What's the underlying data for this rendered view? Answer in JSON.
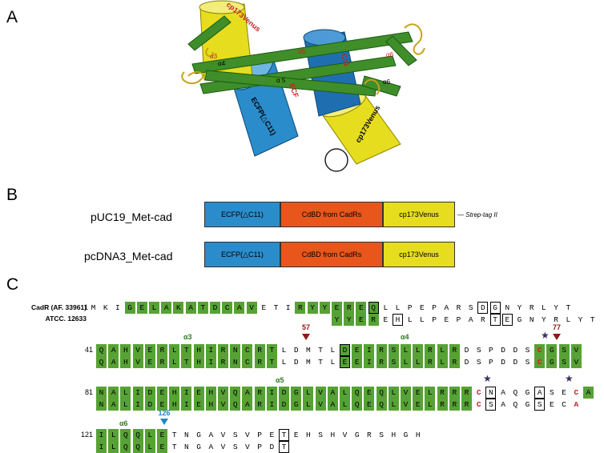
{
  "panels": {
    "a": "A",
    "b": "B",
    "c": "C"
  },
  "structure": {
    "labels": {
      "cp_top": "cp173Venus",
      "cp_bottom": "cp173Venus",
      "ecfp_left": "ECFP(△C11)",
      "ecfp_mid": "ECF",
      "c11": "C11",
      "alpha3": "α3",
      "alpha4": "α4",
      "alpha5": "α5",
      "alpha5b": "α 5",
      "alpha6": "α6",
      "alpha6b": "α6"
    }
  },
  "constructs": [
    {
      "name": "pUC19_Met-cad",
      "parts": [
        "ECFP(△C11)",
        "CdBD from CadRs",
        "cp173Venus"
      ],
      "tag": "Strep-tag II"
    },
    {
      "name": "pcDNA3_Met-cad",
      "parts": [
        "ECFP(△C11)",
        "CdBD from CadRs",
        "cp173Venus"
      ],
      "tag": ""
    }
  ],
  "colors": {
    "ecfp": "#2a8ccb",
    "cdbd": "#e8561c",
    "venus": "#e6dd1e",
    "helix": "#57a234",
    "red": "#c0241f",
    "marker": "#8b1a1a",
    "blue": "#1e88c7"
  },
  "sequence": {
    "names": [
      "CadR (AF. 33961)",
      "ATCC. 12633"
    ],
    "rows": [
      {
        "num": "1",
        "top": "MKIGELAKATDCAVETIRYYEREQLLPEPARSDGNYRLYT",
        "bottom": "                    YYEREHLLPEPARTEGNYRLYT"
      },
      {
        "num": "41",
        "top": "QAHVERLTHIRNCRTLDMTLDEIRSLLRLRDSPDDSCGSV",
        "bottom": "QAHVERLTHIRNCRTLDMTLEEIRSLLRLRDSPDDSCGSV"
      },
      {
        "num": "81",
        "top": "NALIDEHIEHVQARIDGLVALQEQLVELRRRCNAQGASECA",
        "bottom": "NALIDEHIEHVQARIDGLVALQEQLVELRRRCSAQGSECA"
      },
      {
        "num": "121",
        "top": "ILQQLETNGAVSVPETEHSHVGRSHGH",
        "bottom": "ILQQLETNGAVSVPDT"
      }
    ],
    "helix_labels": [
      "α3",
      "α4",
      "α5",
      "α6"
    ],
    "markers": [
      "57",
      "77",
      "126"
    ]
  }
}
